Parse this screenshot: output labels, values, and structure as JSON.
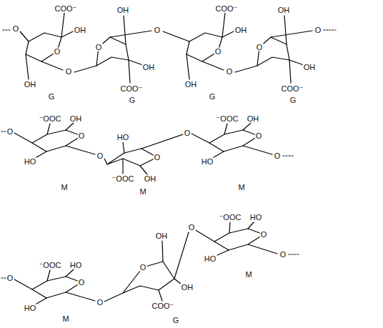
{
  "diagram": {
    "labels": [
      "O",
      "COO⁻",
      "OH",
      "O",
      "OH",
      "O",
      "G",
      "OH",
      "O",
      "OH",
      "COO⁻",
      "O",
      "G",
      "COO⁻",
      "OH",
      "O",
      "OH",
      "O",
      "G",
      "OH",
      "O",
      "OH",
      "COO⁻",
      "O",
      "G",
      "O",
      "⁻OOC",
      "OH",
      "O",
      "HO",
      "O",
      "M",
      "HO",
      "O",
      "⁻OOC",
      "OH",
      "O",
      "M",
      "⁻OOC",
      "OH",
      "O",
      "HO",
      "O",
      "M",
      "O",
      "⁻OOC",
      "HO",
      "O",
      "HO",
      "O",
      "M",
      "OH",
      "O",
      "OH",
      "COO⁻",
      "O",
      "G",
      "⁻OOC",
      "HO",
      "O",
      "HO",
      "O",
      "M"
    ]
  }
}
